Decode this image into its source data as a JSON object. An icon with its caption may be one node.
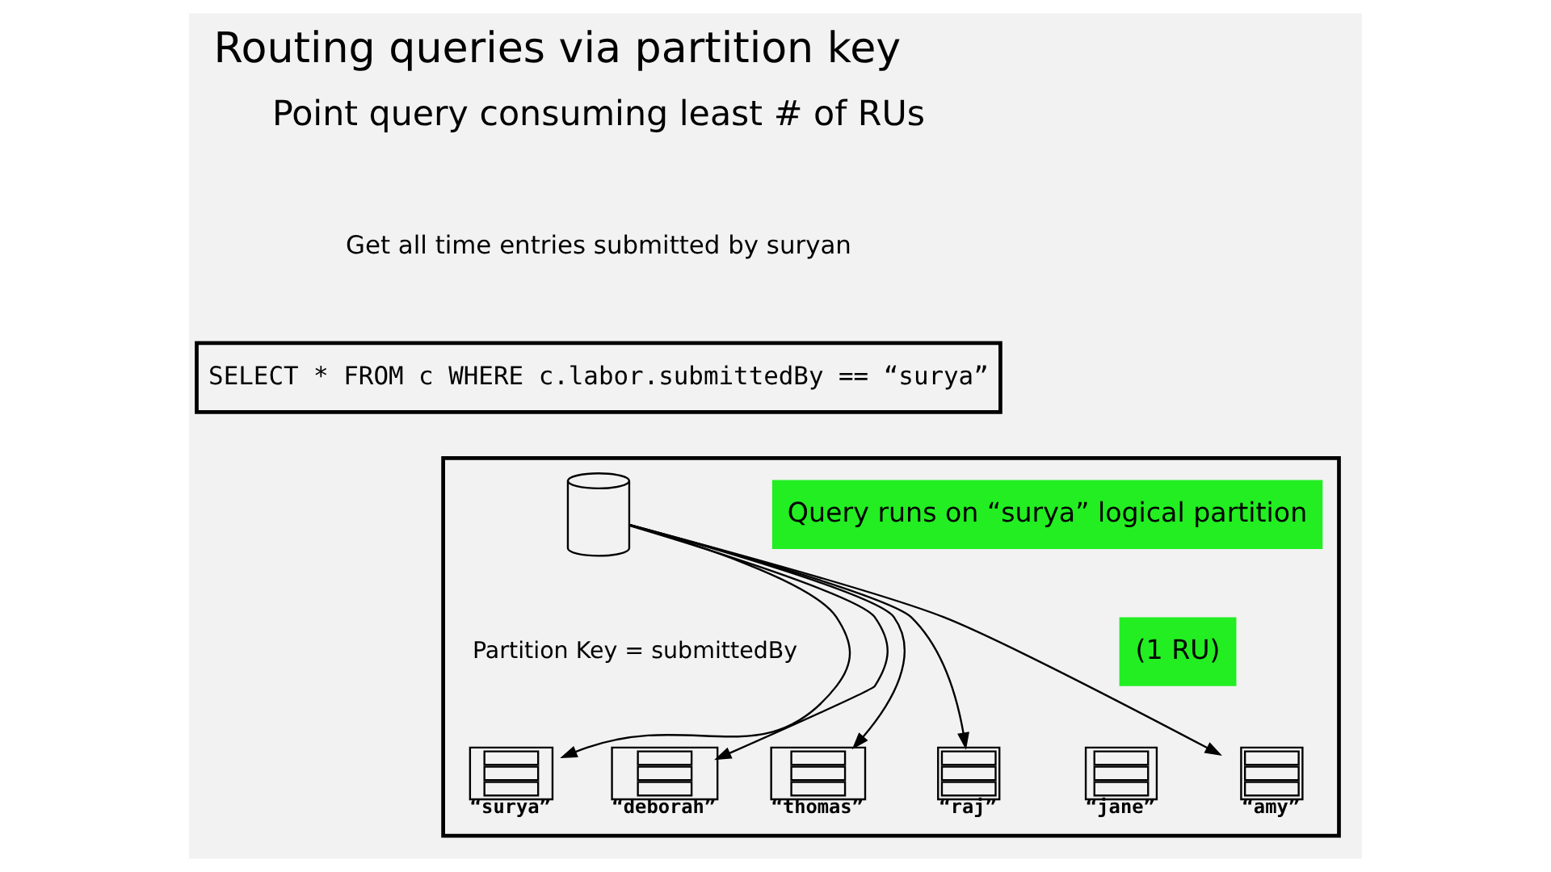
{
  "diagram": {
    "title": "Routing queries via partition key",
    "nodes": [
      {
        "text": [
          "SELECT * FROM c WHERE c.labor.submittedBy == “surya”"
        ]
      },
      {
        "text": [],
        "shape": "box"
      },
      {
        "text": [],
        "shape": "cylinder",
        "beside": [
          "Partition Key = submittedBy"
        ],
        "in": 1
      },
      {
        "text": [],
        "shape": "server",
        "beside": [
          "“surya”"
        ],
        "in": 1
      },
      {
        "text": [],
        "shape": "server",
        "beside": [
          "“deborah”"
        ],
        "in": 1
      },
      {
        "text": [],
        "shape": "server",
        "beside": [
          "“thomas”"
        ],
        "in": 1
      },
      {
        "text": [],
        "shape": "server",
        "beside": [
          "“raj”"
        ],
        "in": 1
      },
      {
        "text": [],
        "shape": "server",
        "beside": [
          "“jane”"
        ],
        "in": 1
      },
      {
        "text": [],
        "shape": "server",
        "beside": [
          "“amy”"
        ],
        "in": 1
      }
    ],
    "edges": [
      {
        "from": 2,
        "to": 3,
        "arrow": "to"
      },
      {
        "from": 2,
        "to": 4,
        "arrow": "to"
      },
      {
        "from": 2,
        "to": 5,
        "arrow": "to"
      },
      {
        "from": 2,
        "to": 6,
        "arrow": "to"
      },
      {
        "from": 2,
        "to": 8,
        "arrow": "to"
      }
    ],
    "labels": [
      "Point query consuming least # of RUs",
      "Get all time entries submitted by suryan",
      "Query runs on “surya” logical partition",
      "(1 RU)"
    ]
  }
}
